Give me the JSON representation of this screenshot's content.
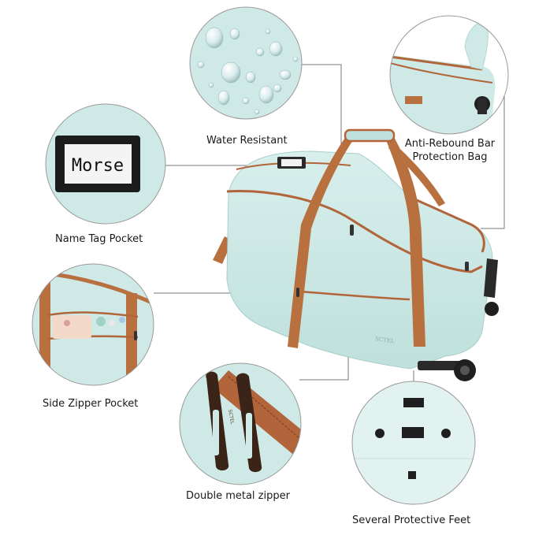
{
  "features": [
    {
      "id": "water",
      "label": "Water Resistant"
    },
    {
      "id": "antirebound",
      "label": "Anti-Rebound Bar\nProtection Bag"
    },
    {
      "id": "nametag",
      "label": "Name Tag Pocket",
      "tag_text": "Morse"
    },
    {
      "id": "sidezip",
      "label": "Side Zipper Pocket"
    },
    {
      "id": "zipper",
      "label": "Double metal zipper",
      "puller_text": "SCTEL"
    },
    {
      "id": "feet",
      "label": "Several Protective Feet"
    }
  ],
  "product": {
    "brand": "SCTEL",
    "colors": {
      "body": "#cfe9e6",
      "body_shade": "#b3d6d2",
      "trim": "#b2643a",
      "strap": "#b8703f",
      "dark": "#262626",
      "line": "#666666"
    }
  }
}
